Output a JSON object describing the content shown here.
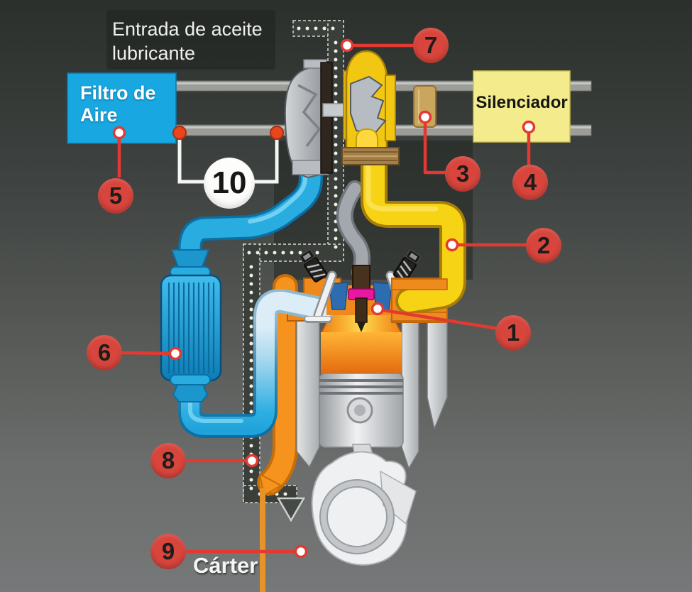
{
  "labels": {
    "oil_inlet_line1": "Entrada de aceite",
    "oil_inlet_line2": "lubricante",
    "air_filter_line1": "Filtro de",
    "air_filter_line2": "Aire",
    "muffler": "Silenciador",
    "oil_pan": "Cárter"
  },
  "callouts": [
    {
      "number": "1",
      "style": "red"
    },
    {
      "number": "2",
      "style": "red"
    },
    {
      "number": "3",
      "style": "red"
    },
    {
      "number": "4",
      "style": "red"
    },
    {
      "number": "5",
      "style": "red"
    },
    {
      "number": "6",
      "style": "red"
    },
    {
      "number": "7",
      "style": "red"
    },
    {
      "number": "8",
      "style": "red"
    },
    {
      "number": "9",
      "style": "red"
    },
    {
      "number": "10",
      "style": "white"
    }
  ],
  "colors": {
    "callout_red": "#d8453c",
    "connector_red": "#e23a30",
    "air_filter_box": "#18a7e0",
    "muffler_box": "#f4ec8c",
    "intake_blue": "#29ade0",
    "charge_pale_blue": "#dcedf8",
    "exhaust_yellow": "#f7d316",
    "hot_orange": "#f0891c",
    "catalyst_tan": "#caa55e",
    "oil_channel_dark": "#3a3f3a"
  }
}
